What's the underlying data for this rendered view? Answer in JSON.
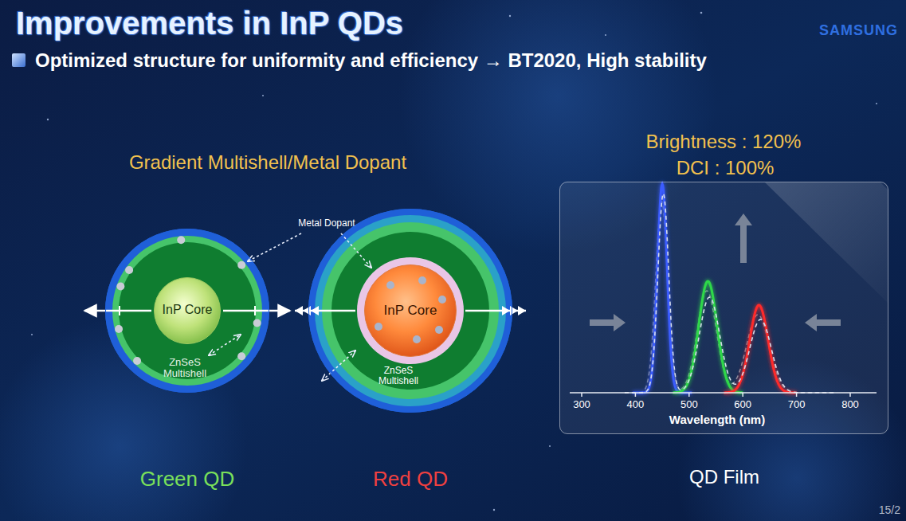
{
  "diagram": {
    "title": "Improvements in InP QDs",
    "nodes": [
      {
        "text": [
          "ZnSeS Multishell",
          "Green QD"
        ]
      },
      {
        "text": [
          "InP Core"
        ],
        "in": 0
      },
      {
        "text": [
          "ZnSeS Multishell",
          "Red QD"
        ]
      },
      {
        "text": [
          "InP Core"
        ],
        "in": 2
      },
      {
        "text": [
          "QD Film"
        ]
      }
    ],
    "labels": [
      "SAMSUNG",
      "Optimized structure for uniformity and efficiency → BT2020, High stability",
      "Gradient Multishell/Metal Dopant",
      "Metal Dopant",
      "Brightness : 120%",
      "DCI : 100%",
      "300",
      "400",
      "500",
      "600",
      "700",
      "800",
      "Wavelength (nm)",
      "15/2"
    ]
  }
}
